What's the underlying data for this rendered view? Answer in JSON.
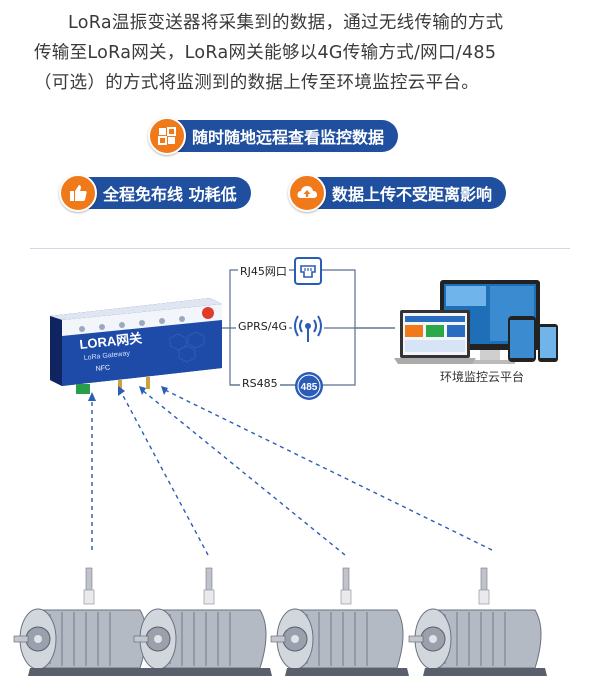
{
  "intro": {
    "line1": "LoRa温振变送器将采集到的数据，通过无线传输的方式",
    "line2": "传输至LoRa网关，LoRa网关能够以4G传输方式/网口/485",
    "line3": "（可选）的方式将监测到的数据上传至环境监控云平台。"
  },
  "features": {
    "remote": "随时随地远程查看监控数据",
    "wiring": "全程免布线  功耗低",
    "distance": "数据上传不受距离影响"
  },
  "gateway": {
    "title": "LORA网关",
    "subtitle": "LoRa Gateway",
    "nfc": "NFC"
  },
  "links": {
    "rj45": "RJ45网口",
    "gprs": "GPRS/4G",
    "rs485": "RS485",
    "badge485": "485"
  },
  "cloud": {
    "label": "环境监控云平台"
  },
  "colors": {
    "brand": "#1f4f9e",
    "accent": "#f07a1a",
    "link": "#2a5cb8"
  }
}
